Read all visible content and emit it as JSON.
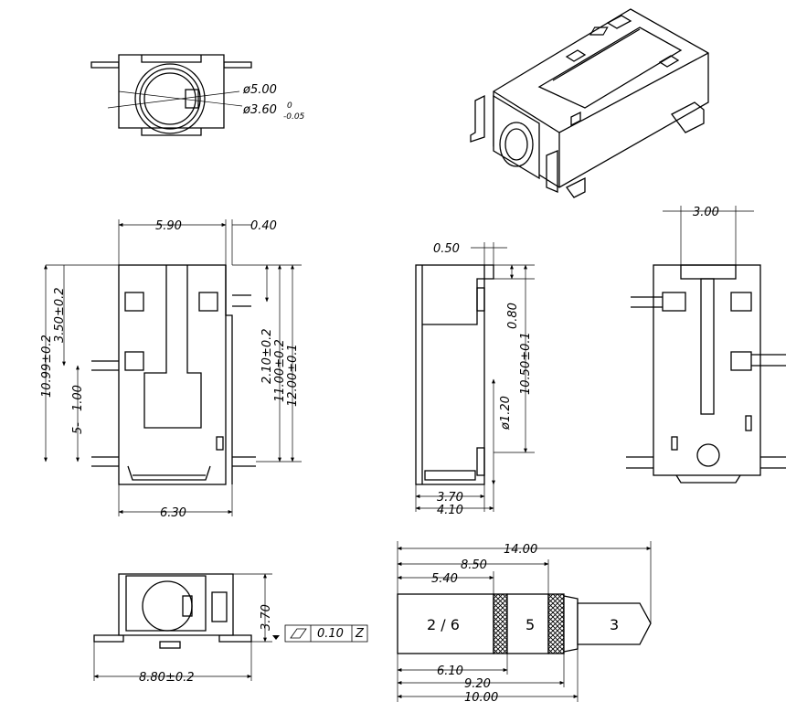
{
  "top_view": {
    "dia_outer": "ø5.00",
    "dia_inner": "ø3.60",
    "tol_upper": "0",
    "tol_lower": "-0.05"
  },
  "front_view": {
    "width_top": "5.90",
    "offset_top": "0.40",
    "width_bottom": "6.30",
    "h_left_1": "10.99±0.2",
    "h_left_2": "3.50±0.2",
    "h_left_3": "1.00",
    "h_left_4": "5-",
    "h_right_1": "2.10±0.2",
    "h_right_2": "11.00±0.2",
    "h_right_3": "12.00±0.1"
  },
  "side_view": {
    "top_offset": "0.50",
    "h_080": "0.80",
    "h_1050": "10.50±0.1",
    "dia_pin": "ø1.20",
    "depth_1": "3.70",
    "depth_2": "4.10"
  },
  "back_view": {
    "width": "3.00"
  },
  "bottom_view": {
    "height": "3.70",
    "flatness_value": "0.10",
    "datum": "Z",
    "width": "8.80±0.2"
  },
  "plug": {
    "total": "14.00",
    "d1": "8.50",
    "d2": "5.40",
    "seg1_label": "2 / 6",
    "seg2_label": "5",
    "seg3_label": "3",
    "b1": "6.10",
    "b2": "9.20",
    "b3": "10.00"
  }
}
